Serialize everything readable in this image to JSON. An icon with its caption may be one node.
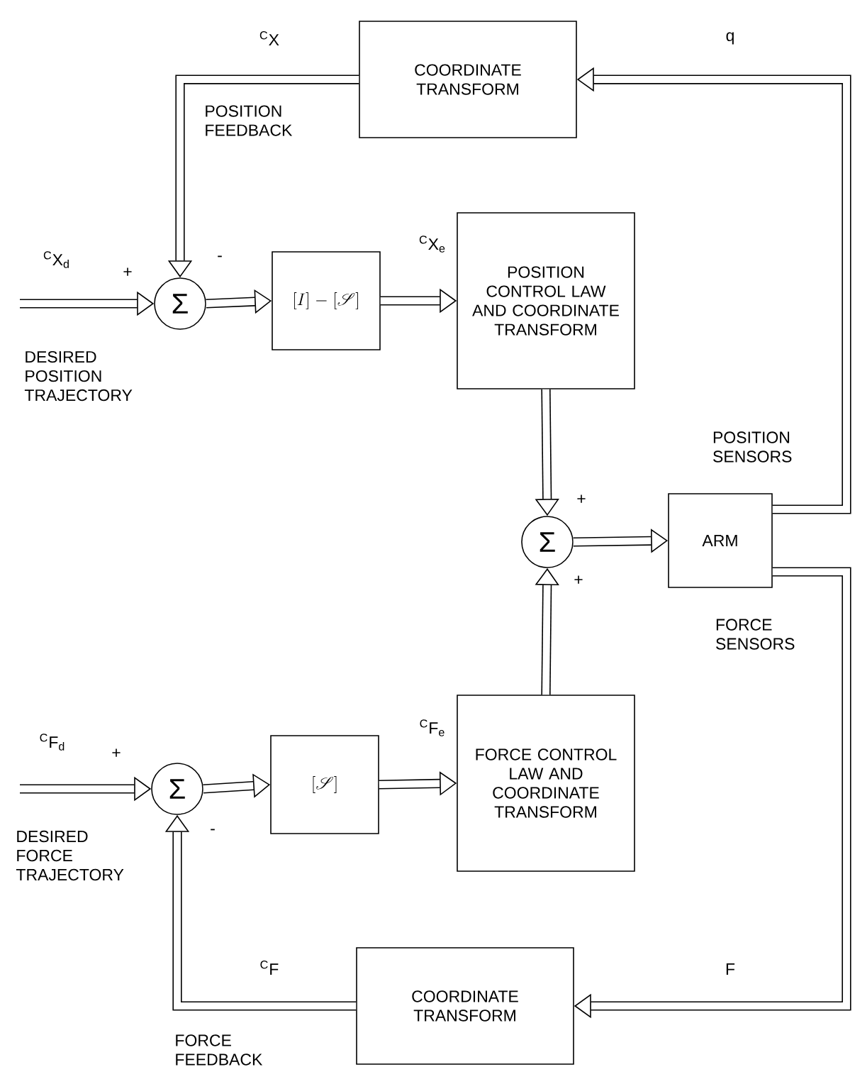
{
  "diagram": {
    "nodes": [
      {
        "text": [
          "COORDINATE TRANSFORM"
        ]
      },
      {
        "text": [
          "Σ"
        ]
      },
      {
        "text": [
          "[I] - [\\mathscr{S}]"
        ]
      },
      {
        "text": [
          "POSITION CONTROL LAW AND COORDINATE TRANSFORM"
        ]
      },
      {
        "text": [
          "Σ"
        ]
      },
      {
        "text": [
          "ARM"
        ]
      },
      {
        "text": [
          "[\\mathscr{S}]"
        ]
      },
      {
        "text": [
          "FORCE CONTROL LAW AND COORDINATE TRANSFORM"
        ]
      },
      {
        "text": [
          "Σ"
        ]
      },
      {
        "text": [
          "COORDINATE TRANSFORM"
        ]
      }
    ],
    "edges": [
      {
        "from": null,
        "to": 1,
        "arrow": "to",
        "label": "$^{C}$X$_{d}$"
      },
      {
        "from": 0,
        "to": 1,
        "arrow": "to",
        "label": "$^{C}$X"
      },
      {
        "from": 1,
        "to": 2,
        "arrow": "to"
      },
      {
        "from": 2,
        "to": 3,
        "arrow": "to",
        "label": "$^{C}$X$_{e}$"
      },
      {
        "from": 3,
        "to": 4,
        "arrow": "to"
      },
      {
        "from": 4,
        "to": 5,
        "arrow": "to"
      },
      {
        "from": 5,
        "to": 0,
        "arrow": "to",
        "label": "q"
      },
      {
        "from": null,
        "to": 8,
        "arrow": "to",
        "label": "$^{C}$F$_{d}$"
      },
      {
        "from": 8,
        "to": 6,
        "arrow": "to"
      },
      {
        "from": 6,
        "to": 7,
        "arrow": "to",
        "label": "$^{C}$F$_{e}$"
      },
      {
        "from": 7,
        "to": 4,
        "arrow": "to"
      },
      {
        "from": 5,
        "to": 9,
        "arrow": "to",
        "label": "F"
      },
      {
        "from": 9,
        "to": 8,
        "arrow": "to",
        "label": "$^{C}$F"
      }
    ],
    "labels": [
      "POSITION FEEDBACK",
      "+",
      "-",
      "DESIRED POSITION TRAJECTORY",
      "POSITION SENSORS",
      "+",
      "+",
      "FORCE SENSORS",
      "+",
      "DESIRED FORCE TRAJECTORY",
      "-",
      "FORCE FEEDBACK"
    ]
  }
}
